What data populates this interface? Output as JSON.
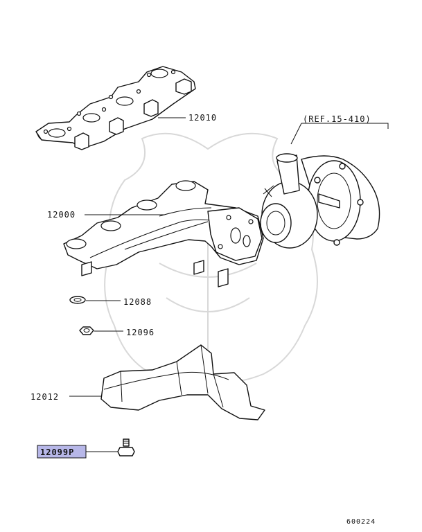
{
  "diagram": {
    "parts": {
      "gasket": {
        "number": "12010"
      },
      "manifold": {
        "number": "12000"
      },
      "turbo_ref": {
        "text": "(REF.15-410)"
      },
      "washer": {
        "number": "12088"
      },
      "nut": {
        "number": "12096"
      },
      "heat_shield": {
        "number": "12012"
      },
      "bolt": {
        "number": "12099P",
        "highlight_color": "#b7b7e8"
      }
    },
    "code": "600224"
  }
}
